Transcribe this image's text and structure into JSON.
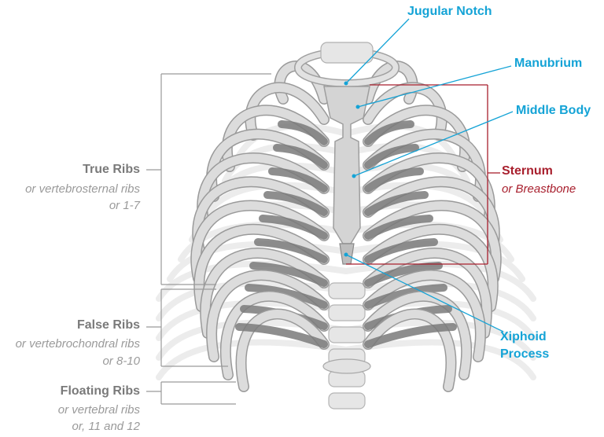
{
  "groups": {
    "true_ribs": {
      "title": "True Ribs",
      "line1": "or vertebrosternal ribs",
      "line2": "or 1-7"
    },
    "false_ribs": {
      "title": "False Ribs",
      "line1": "or vertebrochondral ribs",
      "line2": "or 8-10"
    },
    "floating_ribs": {
      "title": "Floating Ribs",
      "line1": "or vertebral ribs",
      "line2": "or, 11 and 12"
    }
  },
  "callouts": {
    "jugular_notch": "Jugular Notch",
    "manubrium": "Manubrium",
    "middle_body": "Middle Body",
    "xiphoid_line1": "Xiphoid",
    "xiphoid_line2": "Process"
  },
  "sternum": {
    "title": "Sternum",
    "sub": "or Breastbone"
  },
  "colors": {
    "group_label": "#7a7a7a",
    "callout_blue": "#14a3d6",
    "sternum_red": "#a81f2d",
    "bone": "#dcdcdc",
    "cartilage": "#7a7a7a"
  }
}
